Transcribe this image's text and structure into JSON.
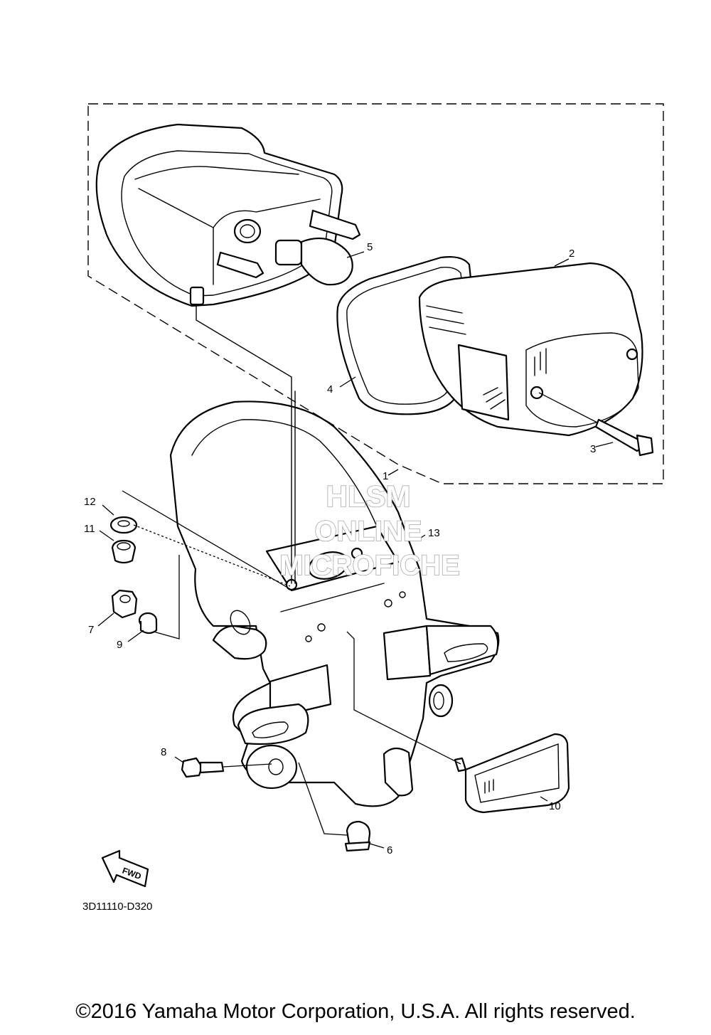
{
  "diagram": {
    "callouts": {
      "c1": "1",
      "c2": "2",
      "c3": "3",
      "c4": "4",
      "c5": "5",
      "c6": "6",
      "c7": "7",
      "c8": "8",
      "c9": "9",
      "c10": "10",
      "c11": "11",
      "c12": "12",
      "c13": "13"
    },
    "drawing_code": "3D11110-D320",
    "fwd_label": "FWD"
  },
  "watermark": {
    "line1": "HLSM",
    "line2": "ONLINE",
    "line3": "MICROFICHE"
  },
  "footer": {
    "copyright": "©2016 Yamaha Motor Corporation, U.S.A. All rights reserved."
  }
}
